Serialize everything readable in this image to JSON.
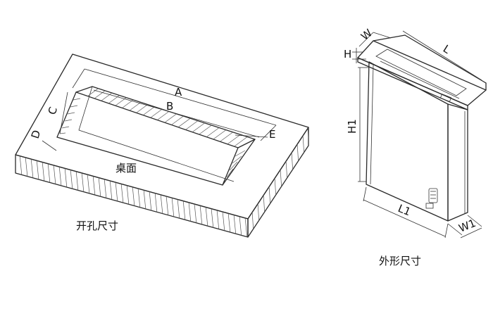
{
  "left_figure": {
    "labels": {
      "A": "A",
      "B": "B",
      "C": "C",
      "D": "D",
      "E": "E"
    },
    "surface_label": "桌面",
    "caption": "开孔尺寸"
  },
  "right_figure": {
    "labels": {
      "W": "W",
      "H": "H",
      "L": "L",
      "H1": "H1",
      "L1": "L1",
      "W1": "W1"
    },
    "caption": "外形尺寸"
  }
}
